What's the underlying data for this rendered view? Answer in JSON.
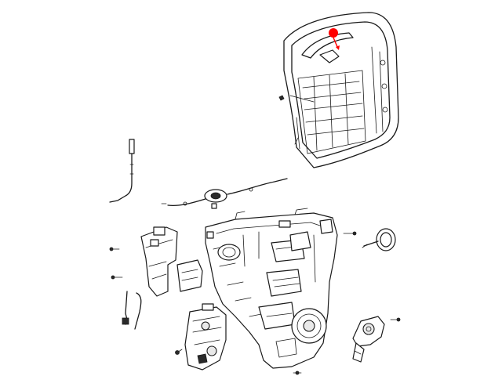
{
  "colors": {
    "line": "#1a1a1a",
    "background": "#ffffff",
    "highlight": "#ff0000"
  },
  "diagram": {
    "parts": [
      "door-frame",
      "regulator-cable",
      "door-module-panel",
      "latch-bracket",
      "door-latch",
      "window-motor",
      "door-grommet",
      "handle-ring",
      "fasteners"
    ],
    "callout": "red-dot-arrow"
  }
}
